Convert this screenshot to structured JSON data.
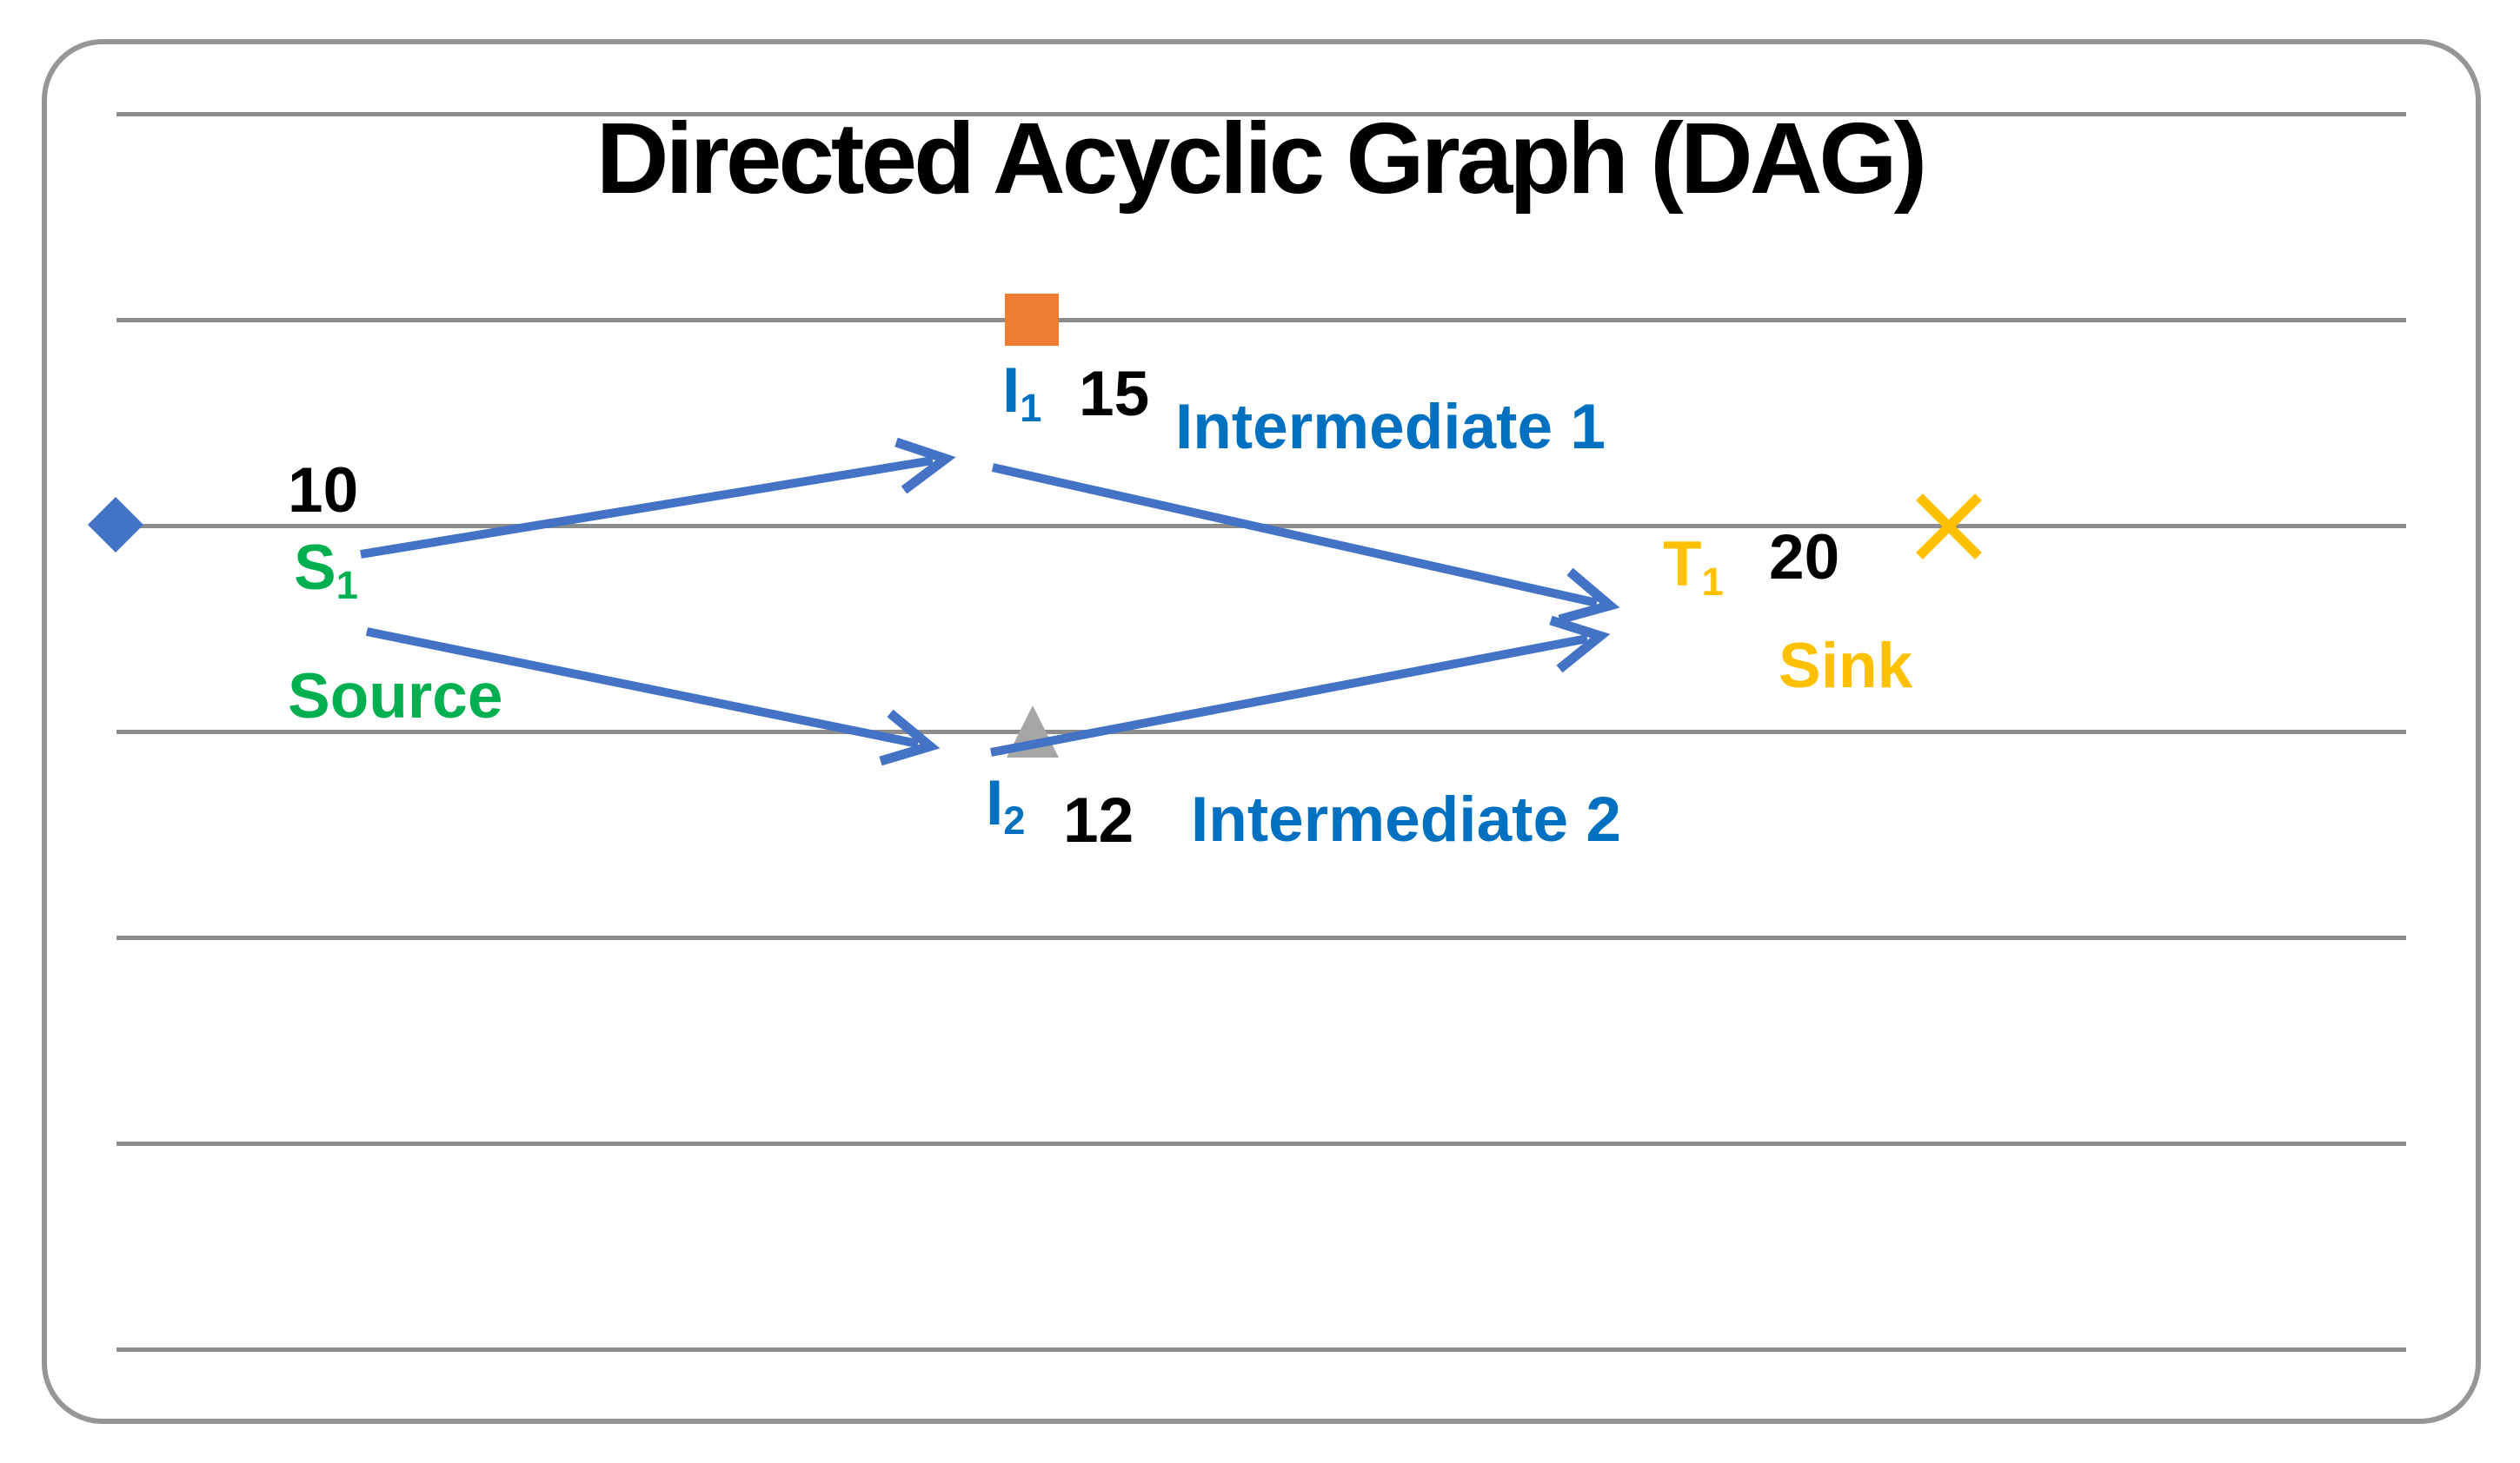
{
  "title": "Directed Acyclic Graph (DAG)",
  "colors": {
    "edge_blue": "#4472C4",
    "source_marker_blue": "#4472C4",
    "intermediate1_marker_orange": "#ED7D31",
    "intermediate2_marker_gray": "#A6A6A6",
    "sink_marker_gold": "#FFC000",
    "intermediate_label_blue": "#0070C0",
    "source_label_green": "#00B050",
    "sink_label_gold": "#FFC000",
    "value_label_black": "#000000",
    "gridline_gray": "#8C8C8C",
    "border_gray": "#969696"
  },
  "nodes": [
    {
      "id": "S1",
      "name": "S",
      "subscript": "1",
      "value": "10",
      "role": "Source",
      "marker": "diamond"
    },
    {
      "id": "I1",
      "name": "I",
      "subscript": "1",
      "value": "15",
      "role": "Intermediate 1",
      "marker": "square"
    },
    {
      "id": "I2",
      "name": "I",
      "subscript": "2",
      "value": "12",
      "role": "Intermediate 2",
      "marker": "triangle"
    },
    {
      "id": "T1",
      "name": "T",
      "subscript": "1",
      "value": "20",
      "role": "Sink",
      "marker": "x-cross"
    }
  ],
  "edges": [
    {
      "from": "S1",
      "to": "I1"
    },
    {
      "from": "S1",
      "to": "I2"
    },
    {
      "from": "I1",
      "to": "T1"
    },
    {
      "from": "I2",
      "to": "T1"
    }
  ]
}
